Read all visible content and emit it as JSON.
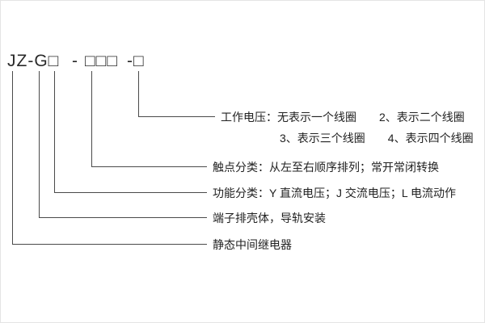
{
  "model_code": {
    "segments": [
      "JZ-G□",
      "-",
      "□□□",
      "-□"
    ],
    "full": "JZ-G□-□□□-□"
  },
  "annotations": {
    "working_voltage_line1": "工作电压：无表示一个线圈　　2、表示二个线圈",
    "working_voltage_line2": "3、表示三个线圈　　4、表示四个线圈",
    "contact_class": "触点分类：从左至右顺序排列；常开常闭转换",
    "function_class": "功能分类：Y 直流电压；J 交流电压；L 电流动作",
    "housing": "端子排壳体，导轨安装",
    "relay_type": "静态中间继电器"
  },
  "colors": {
    "line": "#4a4a4a",
    "text": "#222222",
    "background": "#ffffff"
  }
}
